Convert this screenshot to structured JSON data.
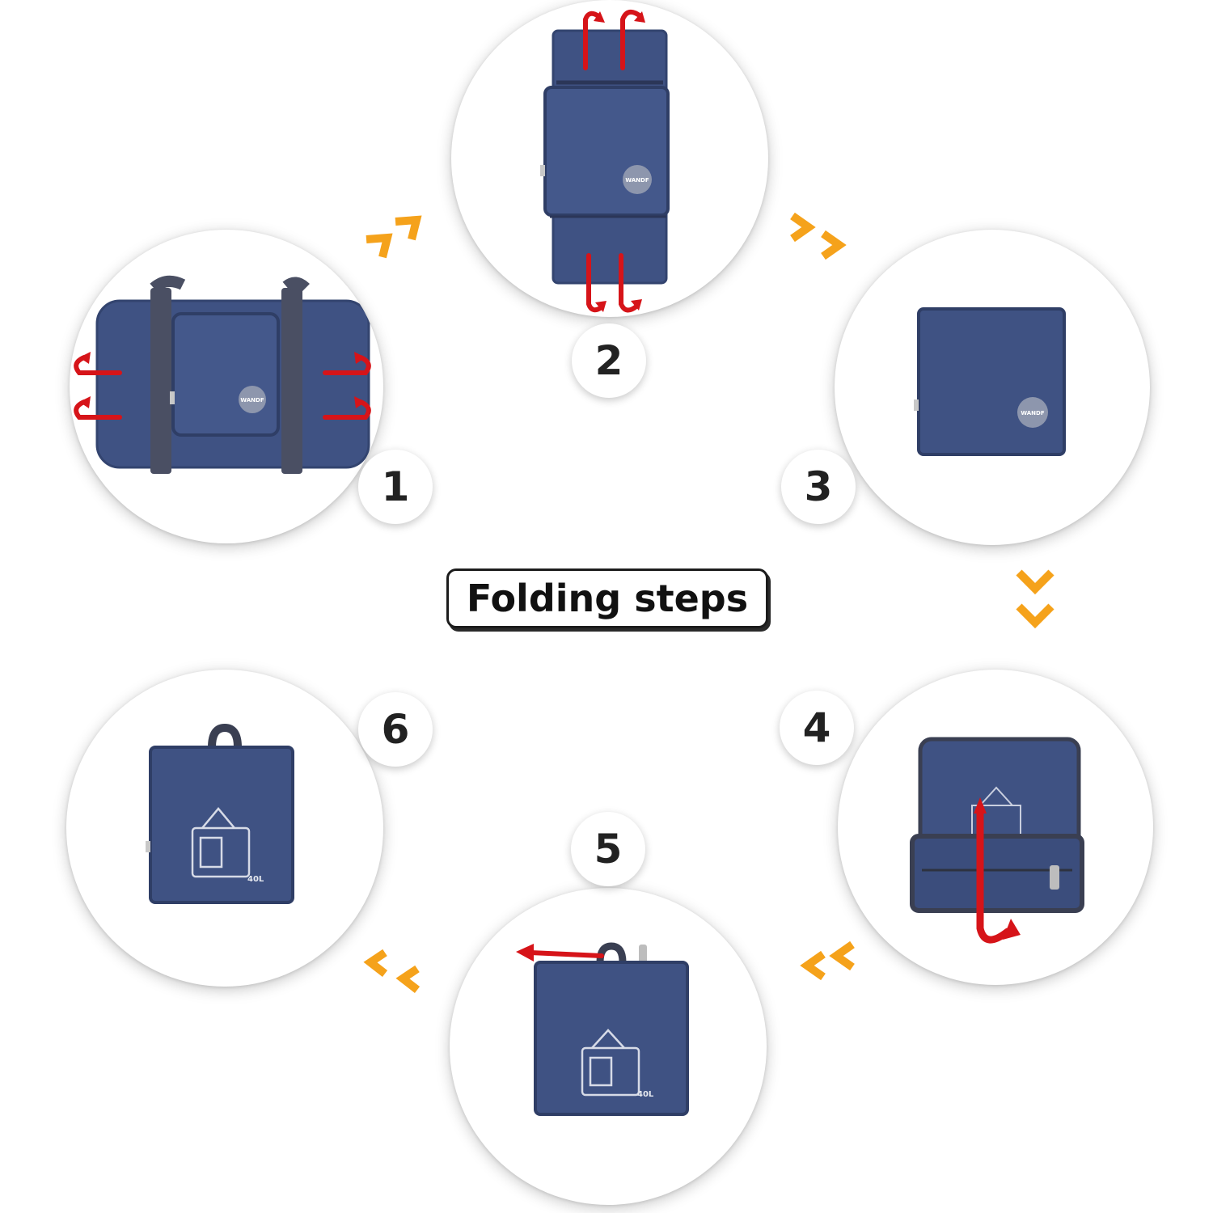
{
  "title": "Folding steps",
  "steps": [
    {
      "number": "1"
    },
    {
      "number": "2"
    },
    {
      "number": "3"
    },
    {
      "number": "4"
    },
    {
      "number": "5"
    },
    {
      "number": "6"
    }
  ],
  "brand_logo": "WANDF",
  "capacity_label": "40L",
  "colors": {
    "bag_fabric": "#3f5283",
    "strap": "#4a4f63",
    "fold_arrow": "#d61419",
    "flow_chevron": "#f5a21b"
  }
}
